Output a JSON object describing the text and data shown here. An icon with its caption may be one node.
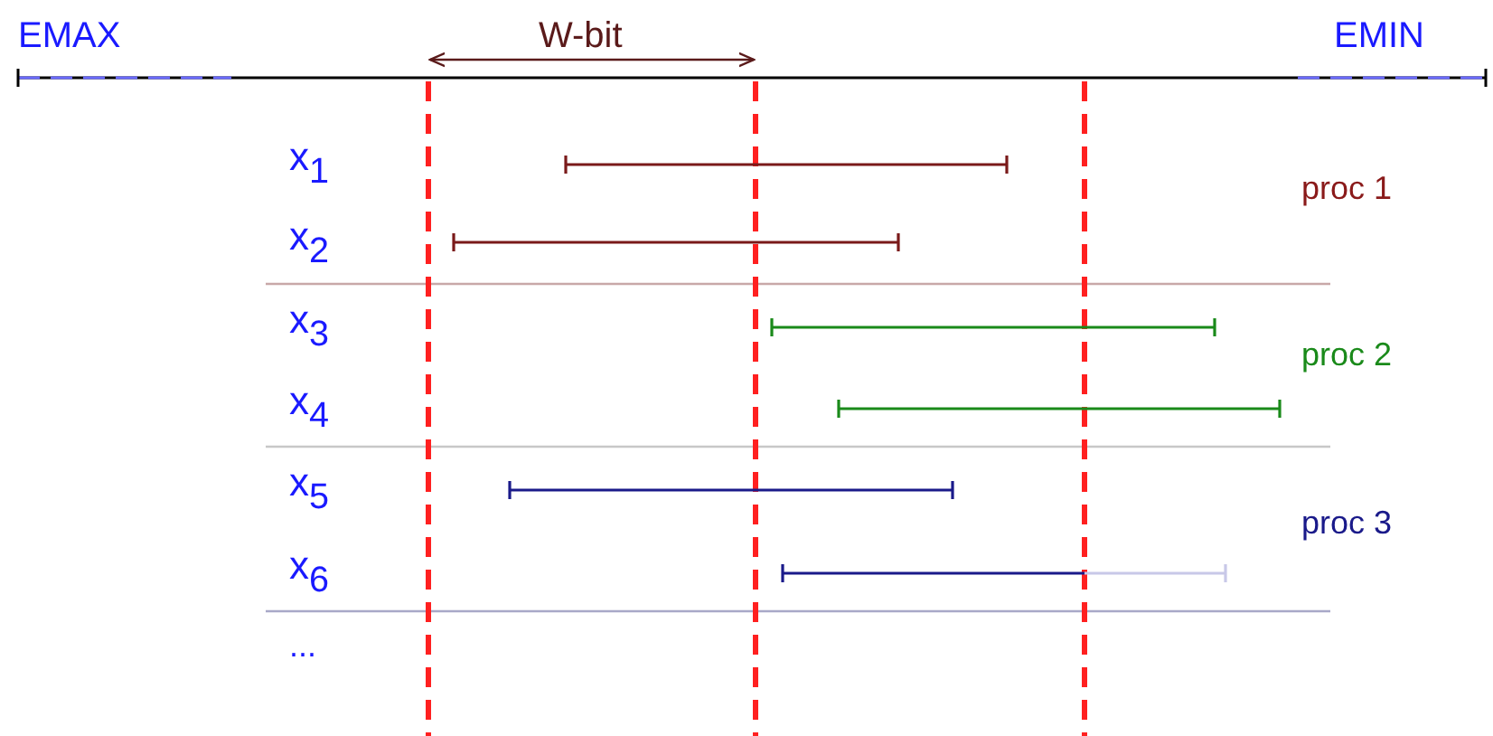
{
  "diagram": {
    "labels": [
      "EMAX",
      "W-bit",
      "EMIN",
      "x$_{1}$",
      "proc 1",
      "x$_{2}$",
      "x$_{3}$",
      "proc 2",
      "x$_{4}$",
      "x$_{5}$",
      "proc 3",
      "x$_{6}$",
      "..."
    ]
  }
}
